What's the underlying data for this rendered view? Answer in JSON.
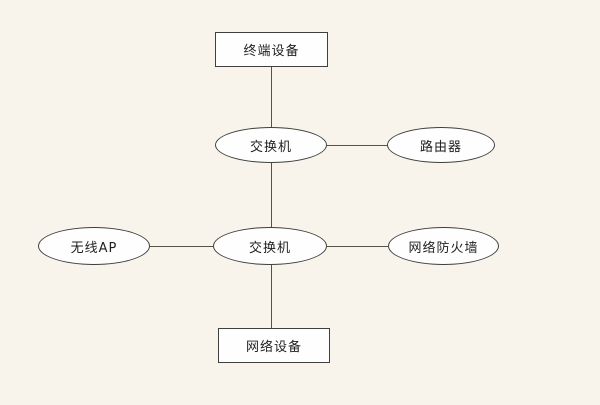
{
  "diagram": {
    "background_color": "#f8f4ec",
    "stroke_color": "#3f3f3c",
    "node_fill_color": "#fefefe",
    "nodes": {
      "terminal": {
        "label": "终端设备",
        "shape": "rectangle"
      },
      "switch_top": {
        "label": "交换机",
        "shape": "ellipse"
      },
      "router": {
        "label": "路由器",
        "shape": "ellipse"
      },
      "wireless_ap": {
        "label": "无线AP",
        "shape": "ellipse"
      },
      "switch_middle": {
        "label": "交换机",
        "shape": "ellipse"
      },
      "firewall": {
        "label": "网络防火墙",
        "shape": "ellipse"
      },
      "network_device": {
        "label": "网络设备",
        "shape": "rectangle"
      }
    },
    "edges": [
      {
        "from": "terminal",
        "to": "switch_top"
      },
      {
        "from": "switch_top",
        "to": "router"
      },
      {
        "from": "switch_top",
        "to": "switch_middle"
      },
      {
        "from": "wireless_ap",
        "to": "switch_middle"
      },
      {
        "from": "switch_middle",
        "to": "firewall"
      },
      {
        "from": "switch_middle",
        "to": "network_device"
      }
    ]
  }
}
